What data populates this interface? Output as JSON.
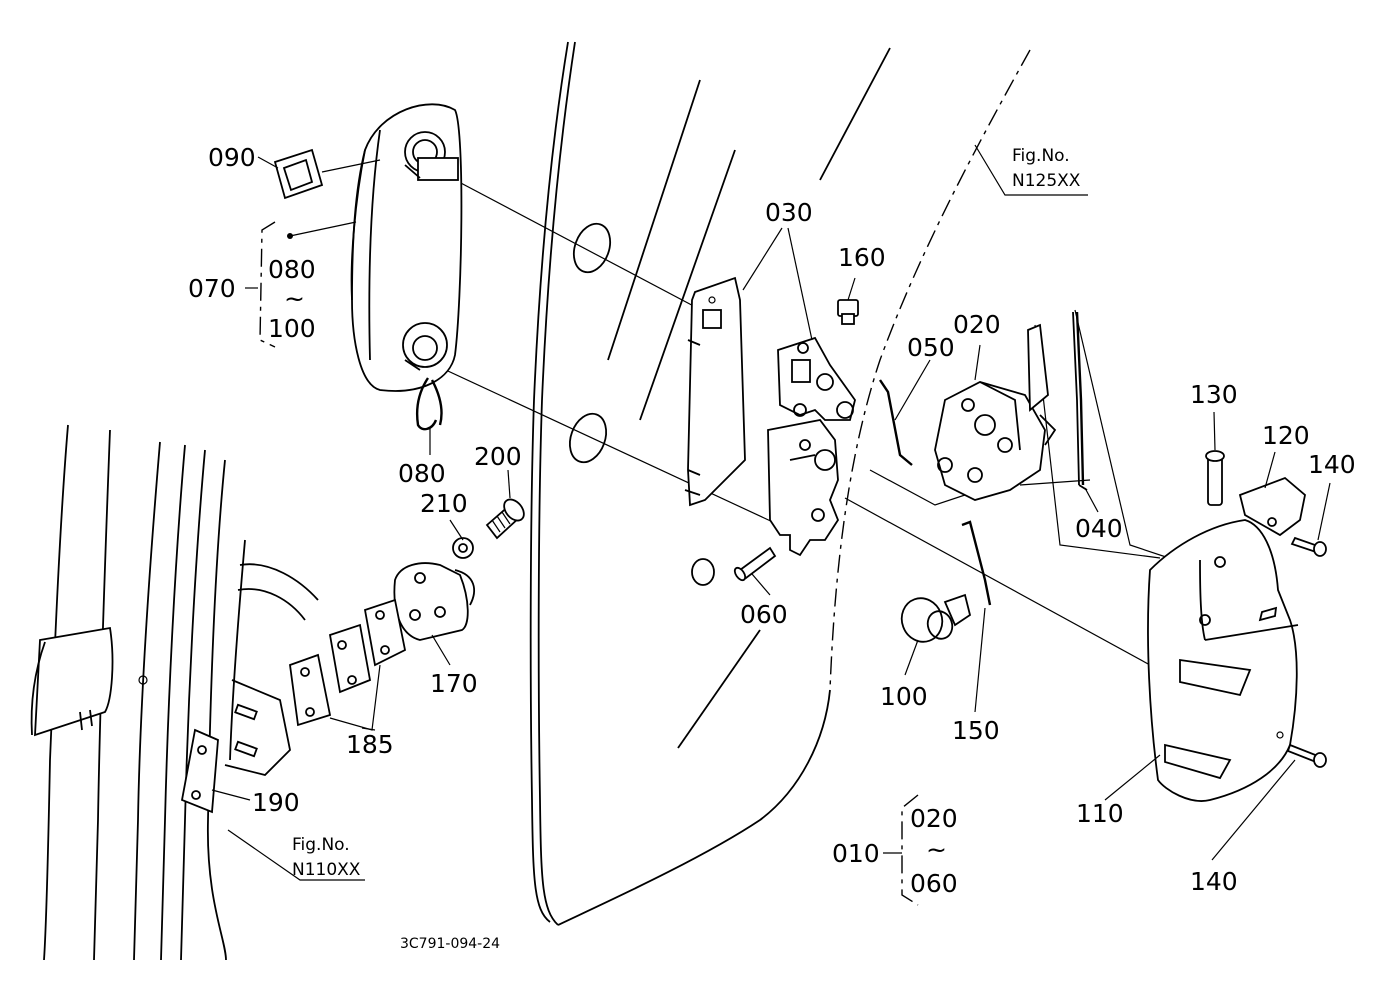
{
  "callouts": {
    "p010": "010",
    "p020a": "020",
    "p020b": "020",
    "p030": "030",
    "p040": "040",
    "p050": "050",
    "p060a": "060",
    "p060b": "060",
    "p070": "070",
    "p080a": "080",
    "p080b": "080",
    "p090": "090",
    "p100a": "100",
    "p100b": "100",
    "p110": "110",
    "p120": "120",
    "p130": "130",
    "p140a": "140",
    "p140b": "140",
    "p150": "150",
    "p160": "160",
    "p170": "170",
    "p185": "185",
    "p190": "190",
    "p200": "200",
    "p210": "210",
    "tilde1": "~",
    "tilde2": "~"
  },
  "fig_refs": {
    "ref1_line1": "Fig.No.",
    "ref1_line2": "N125XX",
    "ref2_line1": "Fig.No.",
    "ref2_line2": "N110XX"
  },
  "drawing_number": "3C791-094-24"
}
